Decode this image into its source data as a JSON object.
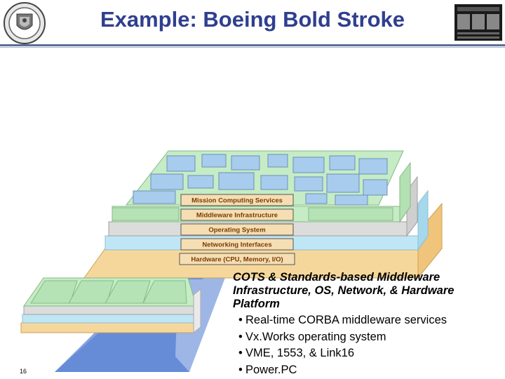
{
  "slide": {
    "title": "Example: Boeing Bold Stroke",
    "page_number": "16"
  },
  "layers": [
    {
      "label": "Mission Computing Services",
      "color": "#f5deb3"
    },
    {
      "label": "Middleware Infrastructure",
      "color": "#f5deb3"
    },
    {
      "label": "Operating System",
      "color": "#f5deb3"
    },
    {
      "label": "Networking Interfaces",
      "color": "#f5deb3"
    },
    {
      "label": "Hardware (CPU, Memory, I/O)",
      "color": "#f5deb3"
    }
  ],
  "colors": {
    "title": "#2f3f8f",
    "mission_layer": "#a8ccee",
    "middleware_layer": "#c5ecc5",
    "os_layer": "#dcdcdc",
    "network_layer": "#bfe6f5",
    "hardware_layer": "#f6d79b",
    "label_box": "#f5deb3",
    "projection": "#5b84d6"
  },
  "caption": "COTS & Standards-based Middleware Infrastructure, OS, Network, & Hardware Platform",
  "bullets": [
    "Real-time CORBA middleware services",
    "Vx.Works operating system",
    "VME, 1553, & Link16",
    "Power.PC"
  ],
  "icons": [
    "university-seal-icon",
    "institute-logo-icon"
  ]
}
